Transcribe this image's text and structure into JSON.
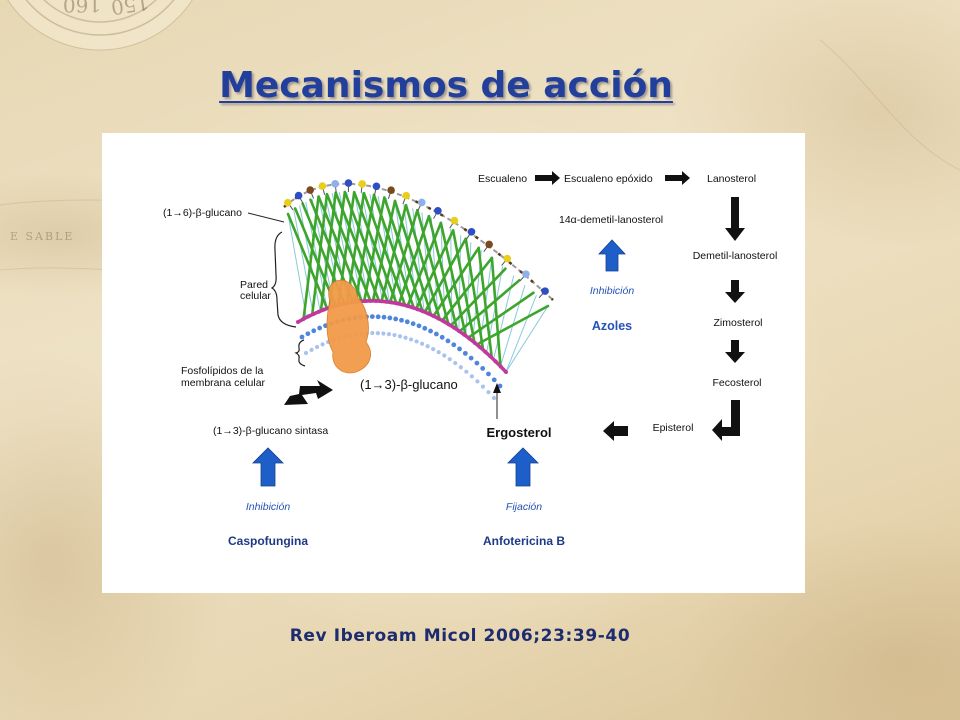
{
  "slide": {
    "title": "Mecanismos de acción",
    "citation": "Rev Iberoam Micol 2006;23:39-40"
  },
  "background": {
    "compass_marks": [
      "160",
      "150"
    ],
    "map_text": "E SABLE"
  },
  "diagram": {
    "pathway": {
      "escualeno": "Escualeno",
      "escualeno_epoxido": "Escualeno epóxido",
      "lanosterol": "Lanosterol",
      "demetil_14a": "14α-demetil-lanosterol",
      "demetil": "Demetil-lanosterol",
      "zimosterol": "Zimosterol",
      "fecosterol": "Fecosterol",
      "episterol": "Episterol",
      "ergosterol": "Ergosterol"
    },
    "cell": {
      "glucano_16": "(1→6)-β-glucano",
      "pared": [
        "Pared",
        "celular"
      ],
      "fosfolipidos": [
        "Fosfolípidos de la",
        "membrana celular"
      ],
      "glucano_13": "(1→3)-β-glucano",
      "sintasa": "(1→3)-β-glucano sintasa"
    },
    "drugs": [
      {
        "action": "Inhibición",
        "name": "Azoles"
      },
      {
        "action": "Fijación",
        "name": "Anfotericina B"
      },
      {
        "action": "Inhibición",
        "name": "Caspofungina"
      }
    ]
  },
  "colors": {
    "title": "#22409b",
    "citation": "#1c2c6e",
    "action": "#2452b5",
    "drug": "#1e3a86",
    "arrow_blue": "#1d5ec9",
    "fibril": "#3da52c",
    "membrane": "#c0399c",
    "enzyme": "#f29a48"
  }
}
